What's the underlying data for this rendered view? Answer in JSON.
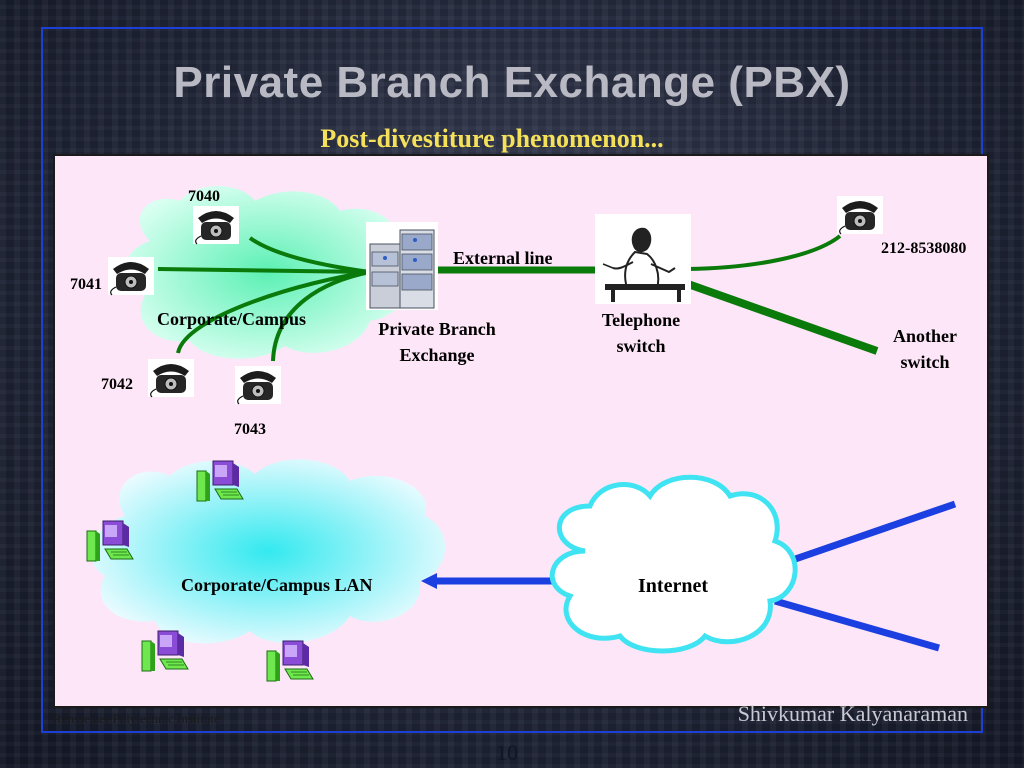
{
  "slide": {
    "title": "Private Branch Exchange (PBX)",
    "subtitle": "Post-divestiture phenomenon...",
    "institution": "Rensselaer Polytechnic Institute",
    "author": "Shivkumar Kalyanaraman",
    "page_number": "10"
  },
  "diagram": {
    "extensions": [
      "7040",
      "7041",
      "7042",
      "7043"
    ],
    "external_number": "212-8538080",
    "external_line_label": "External line",
    "campus_label": "Corporate/Campus",
    "pbx_label_line1": "Private Branch",
    "pbx_label_line2": "Exchange",
    "switch_label_line1": "Telephone",
    "switch_label_line2": "switch",
    "another_switch_line1": "Another",
    "another_switch_line2": "switch",
    "lan_label": "Corporate/Campus LAN",
    "internet_label": "Internet"
  },
  "colors": {
    "slide_border": "#1c3fd6",
    "title": "#b9b9c4",
    "subtitle": "#f5e05a",
    "panel_bg": "#fde6f7",
    "phone_line": "#0a7a0a",
    "data_line": "#1b3fe0",
    "cloud_green": "#8df0c8",
    "cloud_cyan": "#7ff3f3"
  }
}
